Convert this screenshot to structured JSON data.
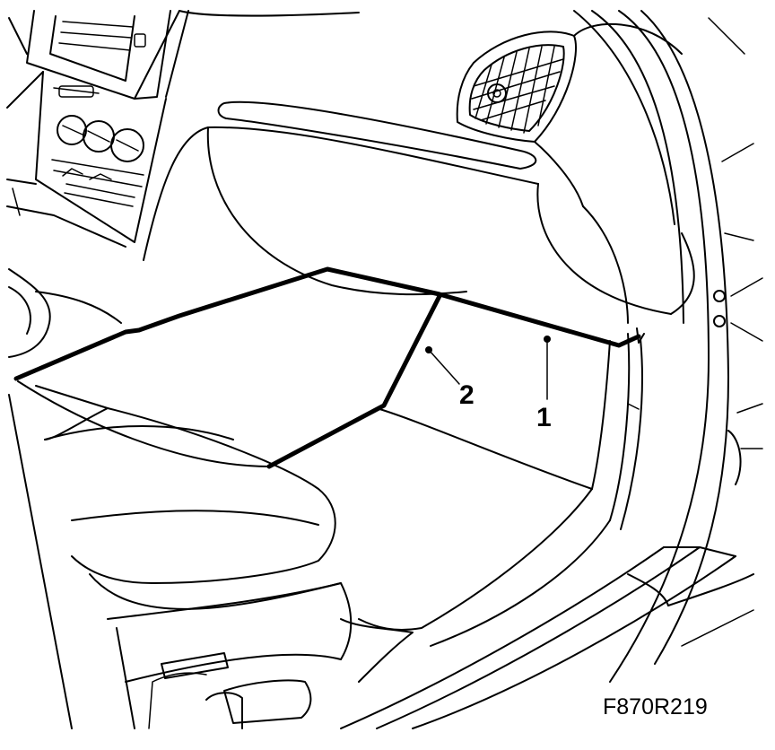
{
  "callouts": [
    {
      "id": "1",
      "label": "1"
    },
    {
      "id": "2",
      "label": "2"
    }
  ],
  "figure_code": "F870R219",
  "colors": {
    "line": "#000000",
    "background": "#ffffff"
  }
}
